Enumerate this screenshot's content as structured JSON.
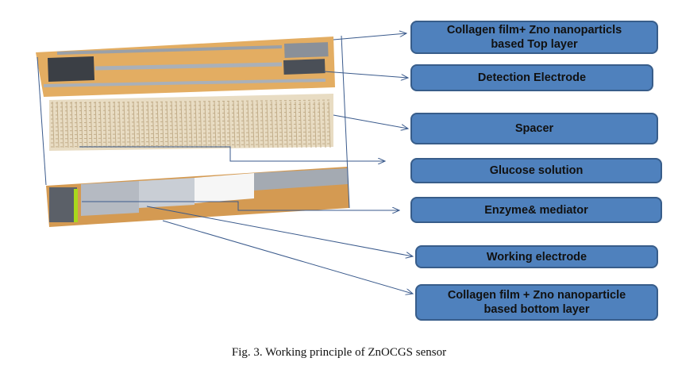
{
  "figure": {
    "caption": "Fig. 3. Working principle of ZnOCGS sensor",
    "labels": [
      {
        "id": "top-layer",
        "line1": "Collagen  film+  Zno nanoparticls",
        "line2": "based Top layer"
      },
      {
        "id": "detection-electrode",
        "line1": "Detection Electrode",
        "line2": ""
      },
      {
        "id": "spacer",
        "line1": "Spacer",
        "line2": ""
      },
      {
        "id": "glucose-solution",
        "line1": "Glucose solution",
        "line2": ""
      },
      {
        "id": "enzyme-mediator",
        "line1": "Enzyme& mediator",
        "line2": ""
      },
      {
        "id": "working-electrode",
        "line1": "Working electrode",
        "line2": ""
      },
      {
        "id": "bottom-layer",
        "line1": "Collagen film + Zno nanoparticle",
        "line2": "based bottom layer"
      }
    ],
    "colors": {
      "box_fill": "#4f81bd",
      "box_border": "#385d8a",
      "line": "#3a5a8c",
      "wood": "#d9a35a"
    }
  }
}
